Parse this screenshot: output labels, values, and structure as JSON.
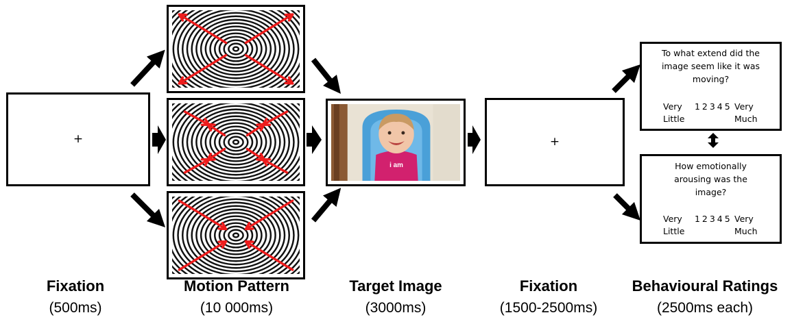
{
  "fixation_symbol": "+",
  "ratings": {
    "motion_question": "To what extend did the image seem like it was moving?",
    "arousal_question": "How emotionally arousing was the image?",
    "scale_low_1": "Very",
    "scale_low_2": "Little",
    "scale_numbers": "1 2 3 4 5",
    "scale_high_1": "Very",
    "scale_high_2": "Much"
  },
  "target_image_text": "i am",
  "captions": [
    {
      "title": "Fixation",
      "sub": "(500ms)"
    },
    {
      "title": "Motion Pattern",
      "sub": "(10 000ms)"
    },
    {
      "title": "Target Image",
      "sub": "(3000ms)"
    },
    {
      "title": "Fixation",
      "sub": "(1500-2500ms)"
    },
    {
      "title": "Behavioural Ratings",
      "sub": "(2500ms each)"
    }
  ],
  "motion_patterns": [
    "outward",
    "mixed",
    "inward"
  ],
  "colors": {
    "arrow_red": "#ee1c1c",
    "shirt_pink": "#d2216e",
    "chair_blue": "#4aa0d8"
  }
}
